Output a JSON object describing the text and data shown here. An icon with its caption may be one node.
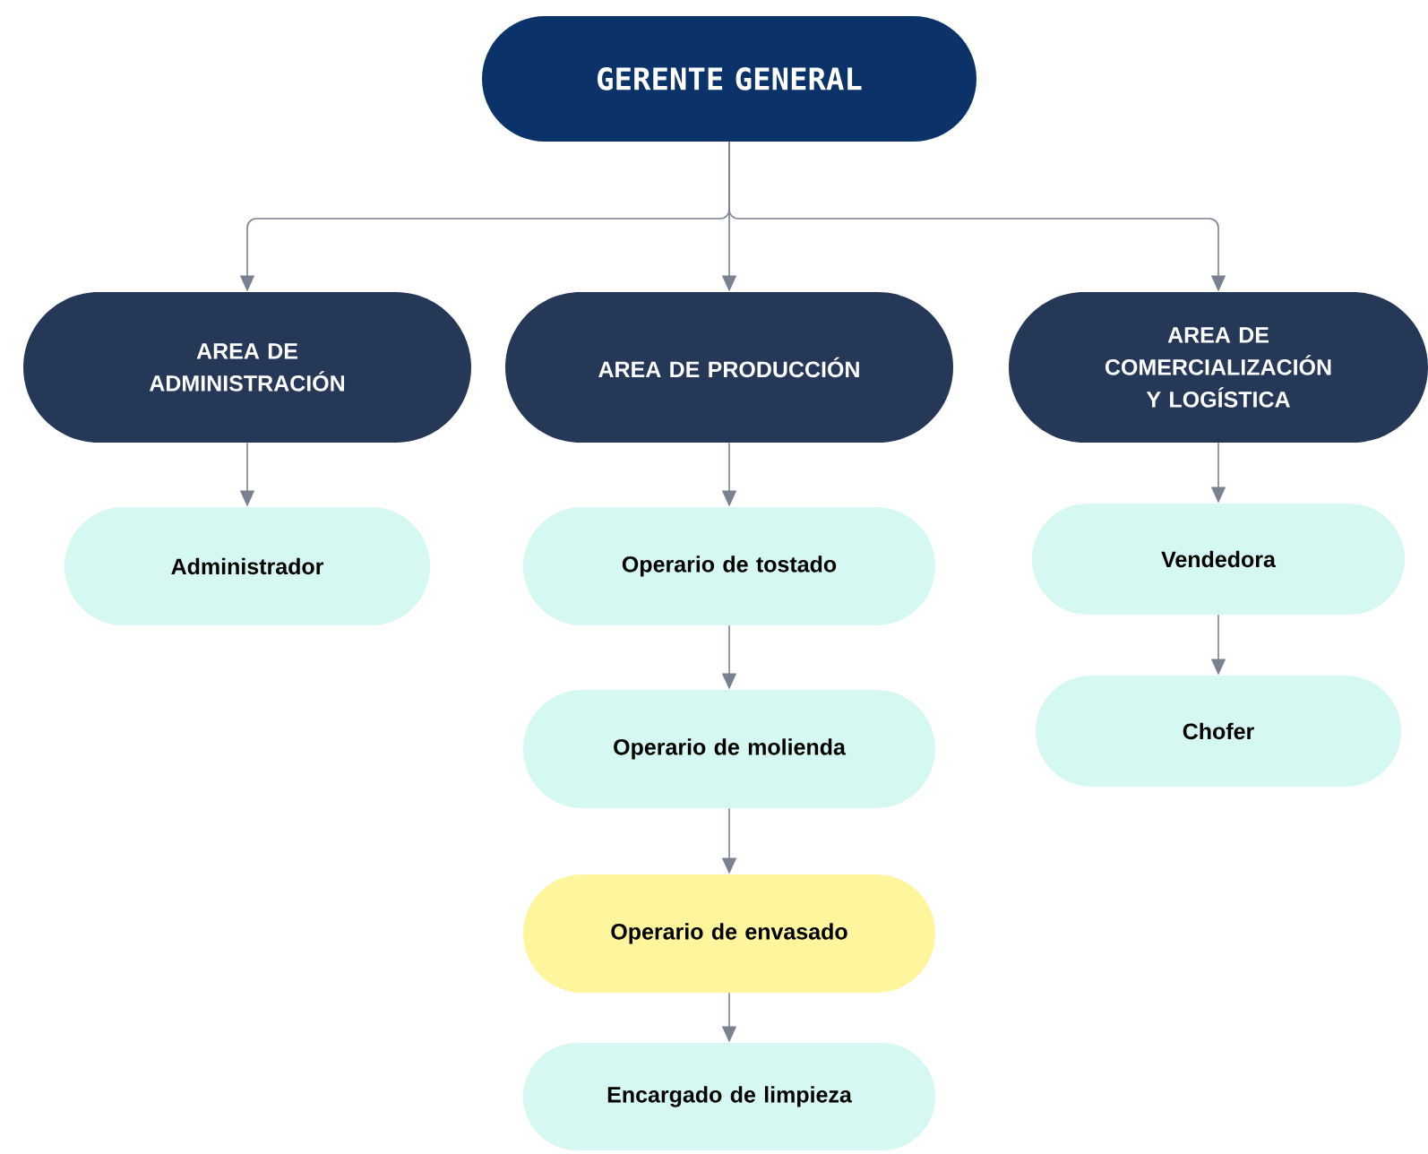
{
  "diagram": {
    "nodes": [
      {
        "text": [
          "GERENTE GENERAL"
        ]
      },
      {
        "text": [
          "AREA DE ADMINISTRACIÓN"
        ]
      },
      {
        "text": [
          "AREA DE PRODUCCIÓN"
        ]
      },
      {
        "text": [
          "AREA DE COMERCIALIZACIÓN Y LOGÍSTICA"
        ]
      },
      {
        "text": [
          "Administrador"
        ]
      },
      {
        "text": [
          "Operario de tostado"
        ]
      },
      {
        "text": [
          "Operario de molienda"
        ]
      },
      {
        "text": [
          "Operario de envasado"
        ]
      },
      {
        "text": [
          "Encargado de limpieza"
        ]
      },
      {
        "text": [
          "Vendedora"
        ]
      },
      {
        "text": [
          "Chofer"
        ]
      }
    ],
    "edges": [
      {
        "from": 0,
        "to": 1,
        "arrow": "to"
      },
      {
        "from": 0,
        "to": 2,
        "arrow": "to"
      },
      {
        "from": 0,
        "to": 3,
        "arrow": "to"
      },
      {
        "from": 1,
        "to": 4,
        "arrow": "to"
      },
      {
        "from": 2,
        "to": 5,
        "arrow": "to"
      },
      {
        "from": 5,
        "to": 6,
        "arrow": "to"
      },
      {
        "from": 6,
        "to": 7,
        "arrow": "to"
      },
      {
        "from": 7,
        "to": 8,
        "arrow": "to"
      },
      {
        "from": 3,
        "to": 9,
        "arrow": "to"
      },
      {
        "from": 9,
        "to": 10,
        "arrow": "to"
      }
    ]
  }
}
